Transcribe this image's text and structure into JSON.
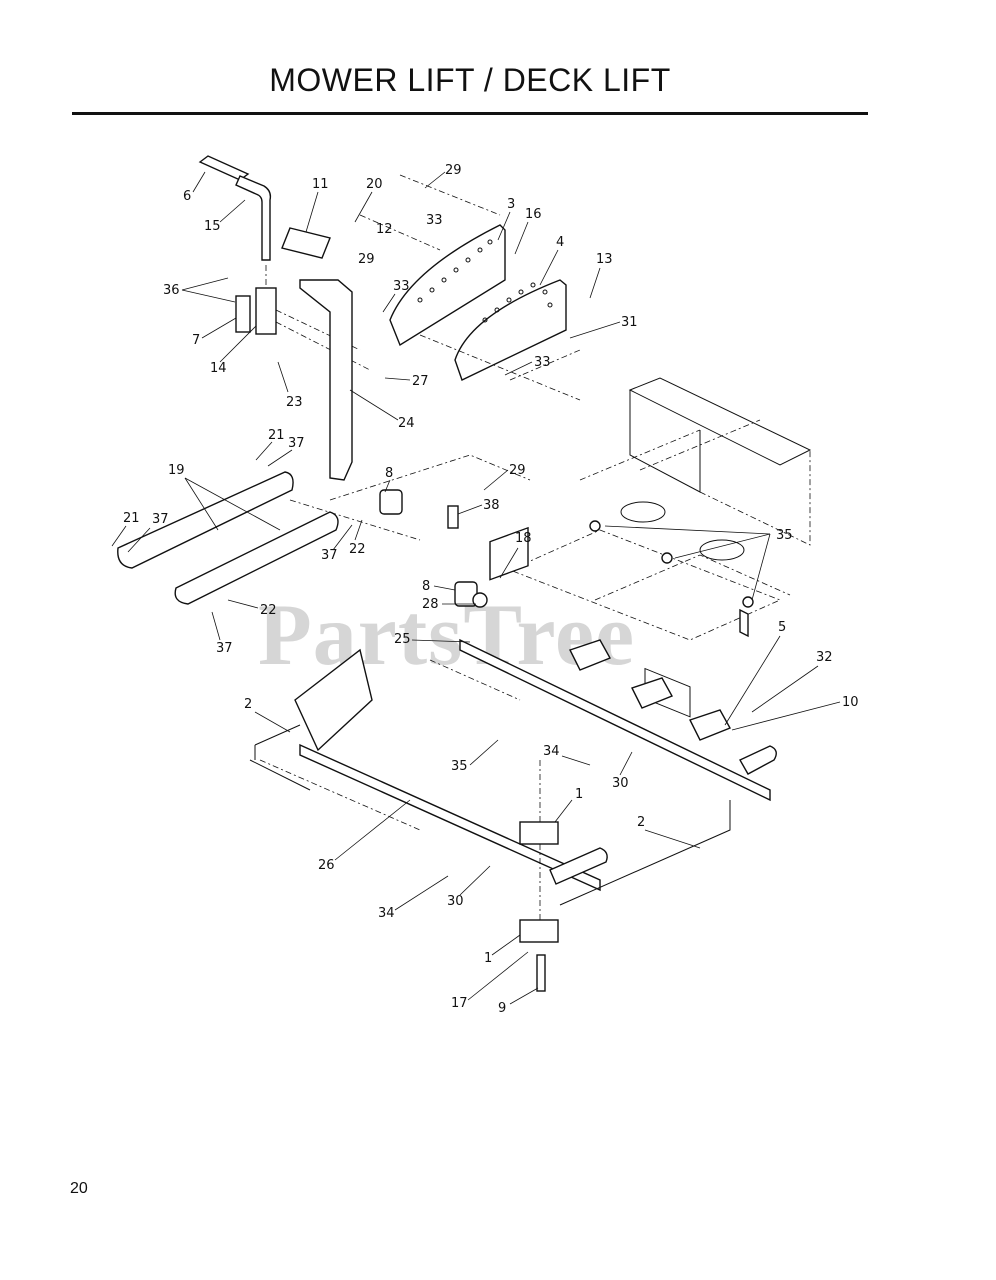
{
  "header": {
    "title": "MOWER LIFT / DECK LIFT"
  },
  "footer": {
    "page_number": "20"
  },
  "watermark": {
    "text": "PartsTree"
  },
  "callouts": [
    "6",
    "15",
    "11",
    "20",
    "29",
    "12",
    "33",
    "3",
    "16",
    "4",
    "13",
    "36",
    "29",
    "33",
    "7",
    "14",
    "31",
    "33",
    "27",
    "23",
    "24",
    "21",
    "37",
    "19",
    "8",
    "29",
    "38",
    "21",
    "37",
    "37",
    "22",
    "18",
    "35",
    "8",
    "28",
    "22",
    "37",
    "25",
    "5",
    "32",
    "10",
    "2",
    "35",
    "34",
    "30",
    "1",
    "2",
    "26",
    "34",
    "30",
    "1",
    "17",
    "9"
  ]
}
